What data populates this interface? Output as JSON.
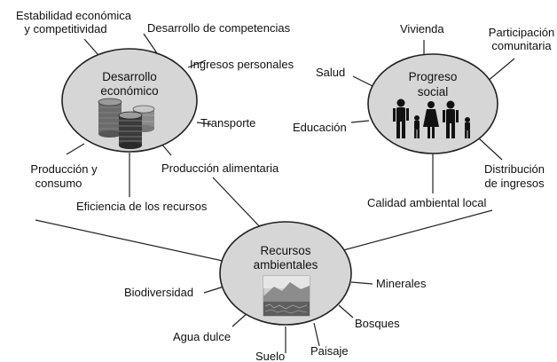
{
  "economic": {
    "title_line1": "Desarrollo",
    "title_line2": "económico",
    "labels": {
      "stability_line1": "Estabilidad económica",
      "stability_line2": "y competitividad",
      "skills": "Desarrollo de competencias",
      "income": "Ingresos personales",
      "transport": "Transporte",
      "production_line1": "Producción y",
      "production_line2": "consumo",
      "food": "Producción alimentaria",
      "efficiency": "Eficiencia de los recursos"
    },
    "icon": "coin-stacks-icon"
  },
  "social": {
    "title_line1": "Progreso",
    "title_line2": "social",
    "labels": {
      "housing": "Vivienda",
      "participation_line1": "Participación",
      "participation_line2": "comunitaria",
      "health": "Salud",
      "education": "Educación",
      "distribution_line1": "Distribución",
      "distribution_line2": "de ingresos",
      "env_quality": "Calidad ambiental local"
    },
    "icon": "family-silhouette-icon"
  },
  "environmental": {
    "title_line1": "Recursos",
    "title_line2": "ambientales",
    "labels": {
      "biodiversity": "Biodiversidad",
      "freshwater": "Agua dulce",
      "soil": "Suelo",
      "landscape": "Paisaje",
      "forests": "Bosques",
      "minerals": "Minerales"
    },
    "icon": "landscape-photo-icon"
  },
  "colors": {
    "ellipse_fill": "#d6d6d6",
    "stroke": "#222222"
  }
}
